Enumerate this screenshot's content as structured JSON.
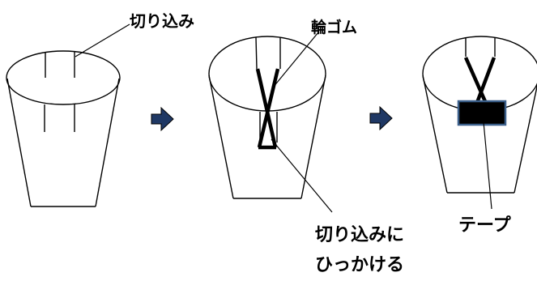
{
  "labels": {
    "cut": "切り込み",
    "rubber_band": "輪ゴム",
    "hook_line1": "切り込みに",
    "hook_line2": "ひっかける",
    "tape": "テープ"
  },
  "colors": {
    "ink": "#000000",
    "arrow": "#1f3864",
    "tape_fill": "#000000",
    "tape_border": "#3b5f8a"
  }
}
